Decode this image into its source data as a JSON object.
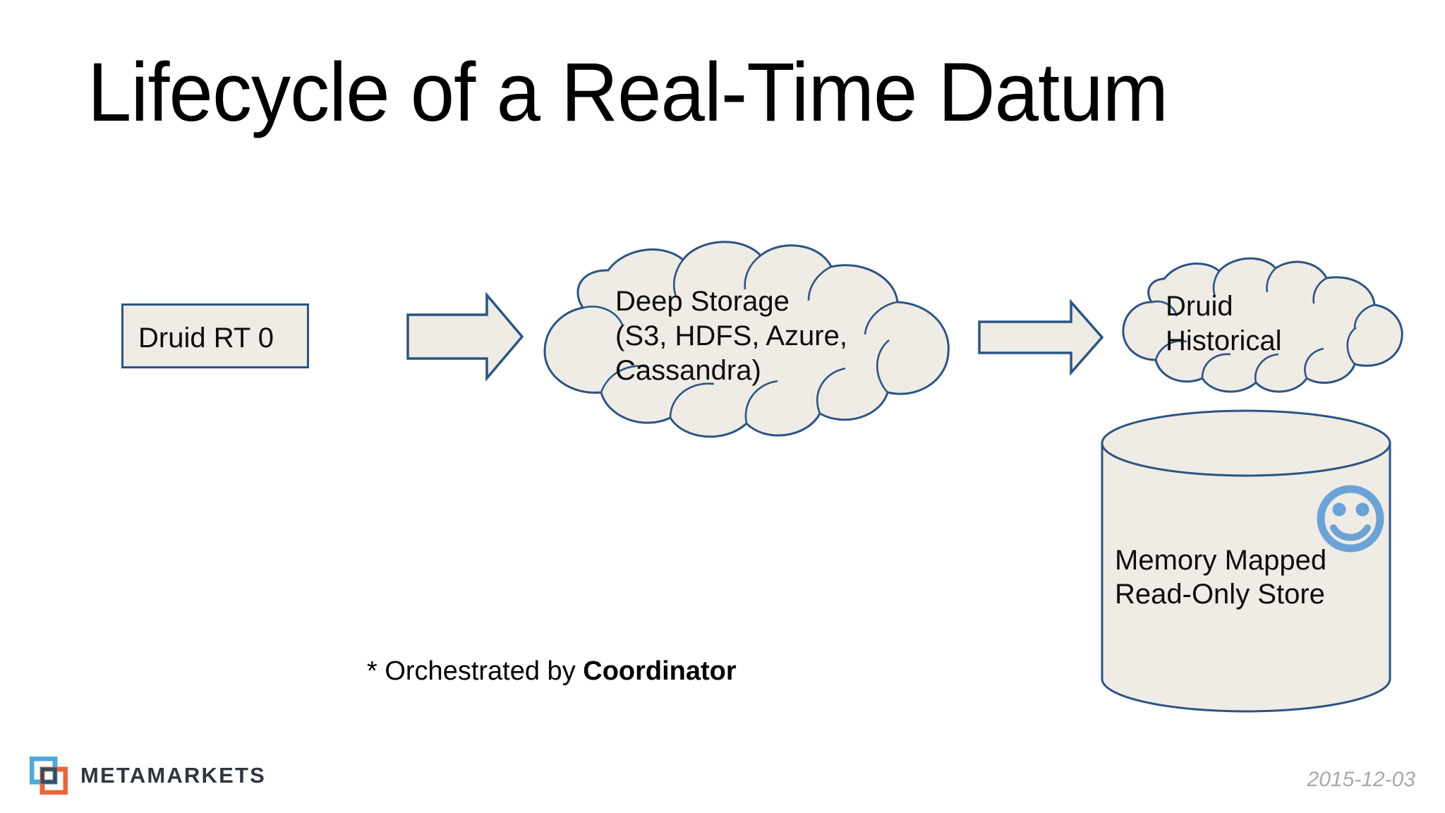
{
  "slide": {
    "title": "Lifecycle of a Real-Time Datum",
    "background_color": "#FFFFFF"
  },
  "theme": {
    "shape_fill": "#EFEBE5",
    "shape_stroke": "#2C5484",
    "text_color": "#0D0D0D",
    "smiley_color": "#6BA3D6",
    "logo_blue": "#4FA8D8",
    "logo_orange": "#E8663C",
    "logo_text_color": "#2F3640",
    "date_color": "#A9A9A9"
  },
  "diagram": {
    "type": "flow",
    "nodes": [
      {
        "id": "druid-rt",
        "shape": "rectangle",
        "label": "Druid RT 0"
      },
      {
        "id": "deep-storage",
        "shape": "cloud",
        "label": "Deep Storage\n(S3, HDFS, Azure,\nCassandra)",
        "lines": [
          "Deep Storage",
          "(S3, HDFS, Azure,",
          "Cassandra)"
        ]
      },
      {
        "id": "druid-historical",
        "shape": "cloud",
        "label": "Druid\nHistorical",
        "lines": [
          "Druid",
          "Historical"
        ]
      },
      {
        "id": "memory-store",
        "shape": "cylinder",
        "label": "Memory Mapped\nRead-Only Store",
        "lines": [
          "Memory Mapped",
          "Read-Only Store"
        ],
        "badge": "smiley-face"
      }
    ],
    "edges": [
      {
        "id": "edge-1",
        "shape": "block-arrow",
        "from": "druid-rt",
        "to": "deep-storage",
        "direction": "right"
      },
      {
        "id": "edge-2",
        "shape": "block-arrow",
        "from": "deep-storage",
        "to": "druid-historical",
        "direction": "right"
      }
    ]
  },
  "footnote": {
    "prefix": "* Orchestrated by ",
    "emphasis": "Coordinator"
  },
  "footer": {
    "logo_text": "METAMARKETS",
    "date": "2015-12-03"
  }
}
